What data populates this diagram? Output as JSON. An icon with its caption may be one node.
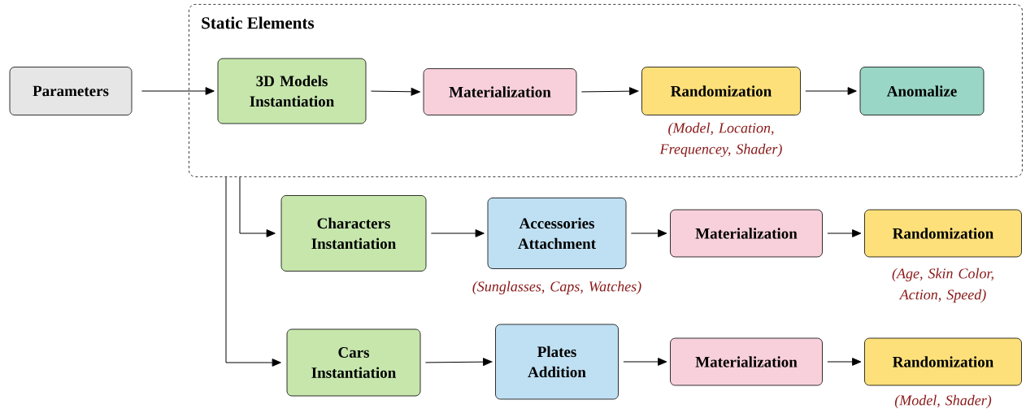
{
  "diagram": {
    "nodes": [
      {
        "text": [
          "Static Elements"
        ]
      },
      {
        "text": [
          "Parameters"
        ]
      },
      {
        "text": [
          "3D Models Instantiation"
        ],
        "in": 0
      },
      {
        "text": [
          "Materialization"
        ],
        "in": 0
      },
      {
        "text": [
          "Randomization"
        ],
        "in": 0,
        "beside": [
          "(Model, Location, Frequencey, Shader)"
        ]
      },
      {
        "text": [
          "Anomalize"
        ],
        "in": 0
      },
      {
        "text": [
          "Characters Instantiation"
        ]
      },
      {
        "text": [
          "Accessories Attachment"
        ],
        "beside": [
          "(Sunglasses, Caps, Watches)"
        ]
      },
      {
        "text": [
          "Materialization"
        ]
      },
      {
        "text": [
          "Randomization"
        ],
        "beside": [
          "(Age, Skin Color, Action, Speed)"
        ]
      },
      {
        "text": [
          "Cars Instantiation"
        ]
      },
      {
        "text": [
          "Plates Addition"
        ]
      },
      {
        "text": [
          "Materialization"
        ]
      },
      {
        "text": [
          "Randomization"
        ],
        "beside": [
          "(Model, Shader)"
        ]
      }
    ],
    "edges": [
      {
        "from": 1,
        "to": 2,
        "arrow": "to"
      },
      {
        "from": 2,
        "to": 3,
        "arrow": "to"
      },
      {
        "from": 3,
        "to": 4,
        "arrow": "to"
      },
      {
        "from": 4,
        "to": 5,
        "arrow": "to"
      },
      {
        "from": 0,
        "to": 6,
        "arrow": "to"
      },
      {
        "from": 6,
        "to": 7,
        "arrow": "to"
      },
      {
        "from": 7,
        "to": 8,
        "arrow": "to"
      },
      {
        "from": 8,
        "to": 9,
        "arrow": "to"
      },
      {
        "from": 0,
        "to": 10,
        "arrow": "to"
      },
      {
        "from": 10,
        "to": 11,
        "arrow": "to"
      },
      {
        "from": 11,
        "to": 12,
        "arrow": "to"
      },
      {
        "from": 12,
        "to": 13,
        "arrow": "to"
      }
    ]
  }
}
